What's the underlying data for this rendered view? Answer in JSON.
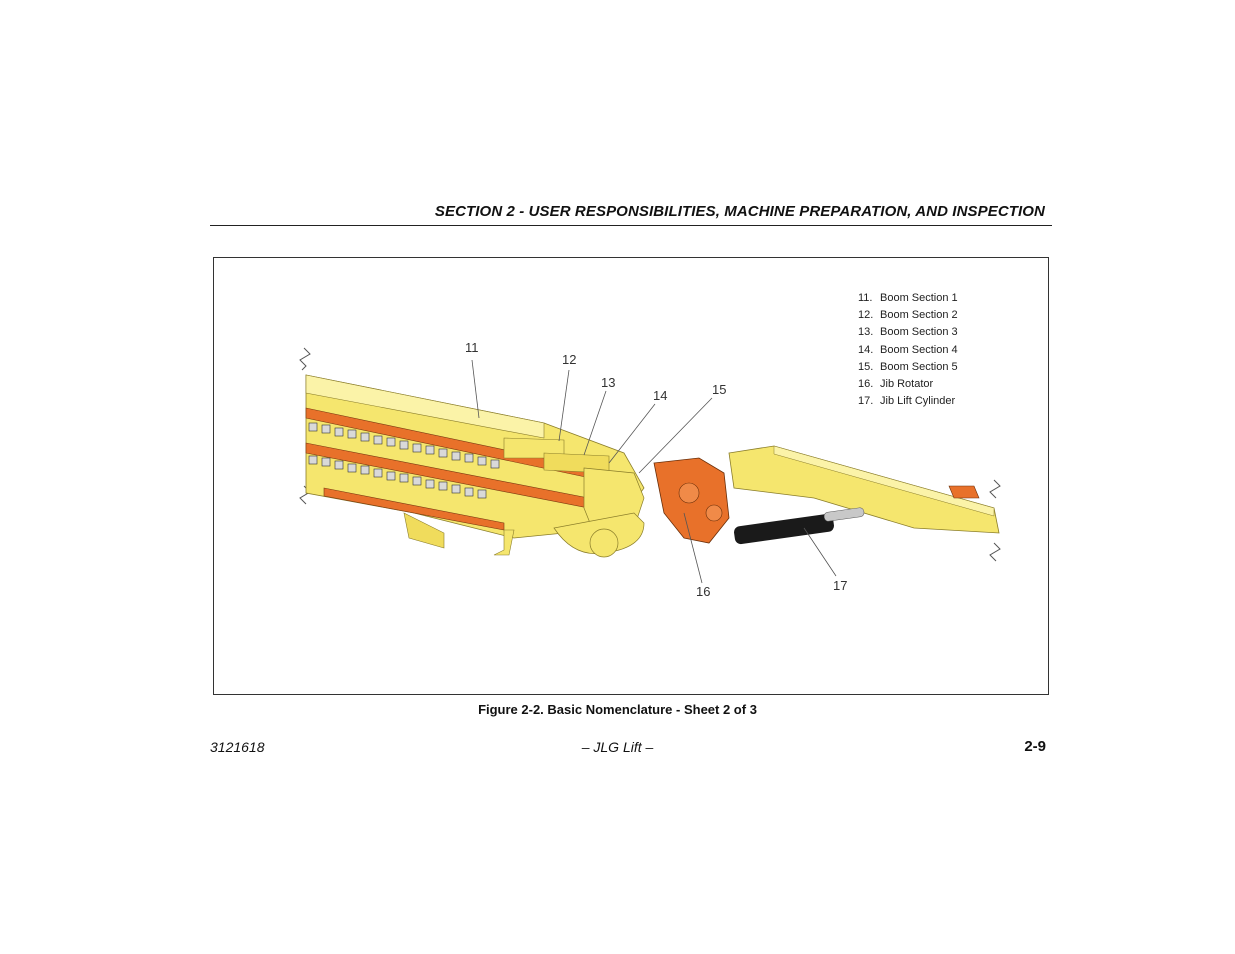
{
  "header": {
    "section_title": "SECTION 2 - USER RESPONSIBILITIES, MACHINE PREPARATION, AND INSPECTION"
  },
  "figure": {
    "legend": [
      {
        "num": "11.",
        "label": "Boom Section 1"
      },
      {
        "num": "12.",
        "label": "Boom Section 2"
      },
      {
        "num": "13.",
        "label": "Boom Section 3"
      },
      {
        "num": "14.",
        "label": "Boom Section 4"
      },
      {
        "num": "15.",
        "label": "Boom Section 5"
      },
      {
        "num": "16.",
        "label": "Jib Rotator"
      },
      {
        "num": "17.",
        "label": "Jib Lift Cylinder"
      }
    ],
    "callouts": [
      "11",
      "12",
      "13",
      "14",
      "15",
      "16",
      "17"
    ],
    "colors": {
      "boom_yellow": "#f5e66e",
      "boom_orange": "#e8712a",
      "cylinder_black": "#1a1a1a"
    },
    "caption": "Figure 2-2. Basic Nomenclature - Sheet 2 of 3"
  },
  "footer": {
    "doc_number": "3121618",
    "center": "– JLG Lift –",
    "page_number": "2-9"
  }
}
